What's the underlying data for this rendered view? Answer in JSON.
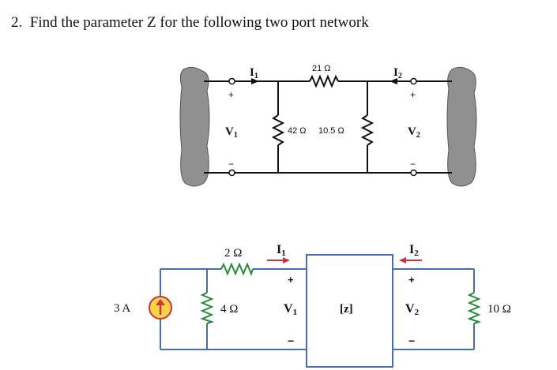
{
  "question": {
    "number": "2.",
    "text": "Find the parameter Z for the following two port network"
  },
  "top_circuit": {
    "labels": {
      "I1_main": "I",
      "I1_sub": "1",
      "I2_main": "I",
      "I2_sub": "2",
      "V1_main": "V",
      "V1_sub": "1",
      "V2_main": "V",
      "V2_sub": "2",
      "plus_left": "+",
      "minus_left": "−",
      "plus_right": "+",
      "minus_right": "−"
    },
    "resistors": {
      "series": "21 Ω",
      "shunt_left": "42 Ω",
      "shunt_right": "10.5 Ω"
    }
  },
  "bottom_circuit": {
    "source": "3 A",
    "resistors": {
      "series": "2 Ω",
      "shunt": "4 Ω",
      "load": "10 Ω"
    },
    "block_label": "[z]",
    "labels": {
      "I1_main": "I",
      "I1_sub": "1",
      "I2_main": "I",
      "I2_sub": "2",
      "V1_main": "V",
      "V1_sub": "1",
      "V2_main": "V",
      "V2_sub": "2",
      "plus_left": "+",
      "minus_left": "−",
      "plus_right": "+",
      "minus_right": "−"
    },
    "colors": {
      "wire": "#4a6fa5",
      "arrow": "#d0313c",
      "source_fill": "#f5d547",
      "source_ring": "#d0313c"
    }
  }
}
